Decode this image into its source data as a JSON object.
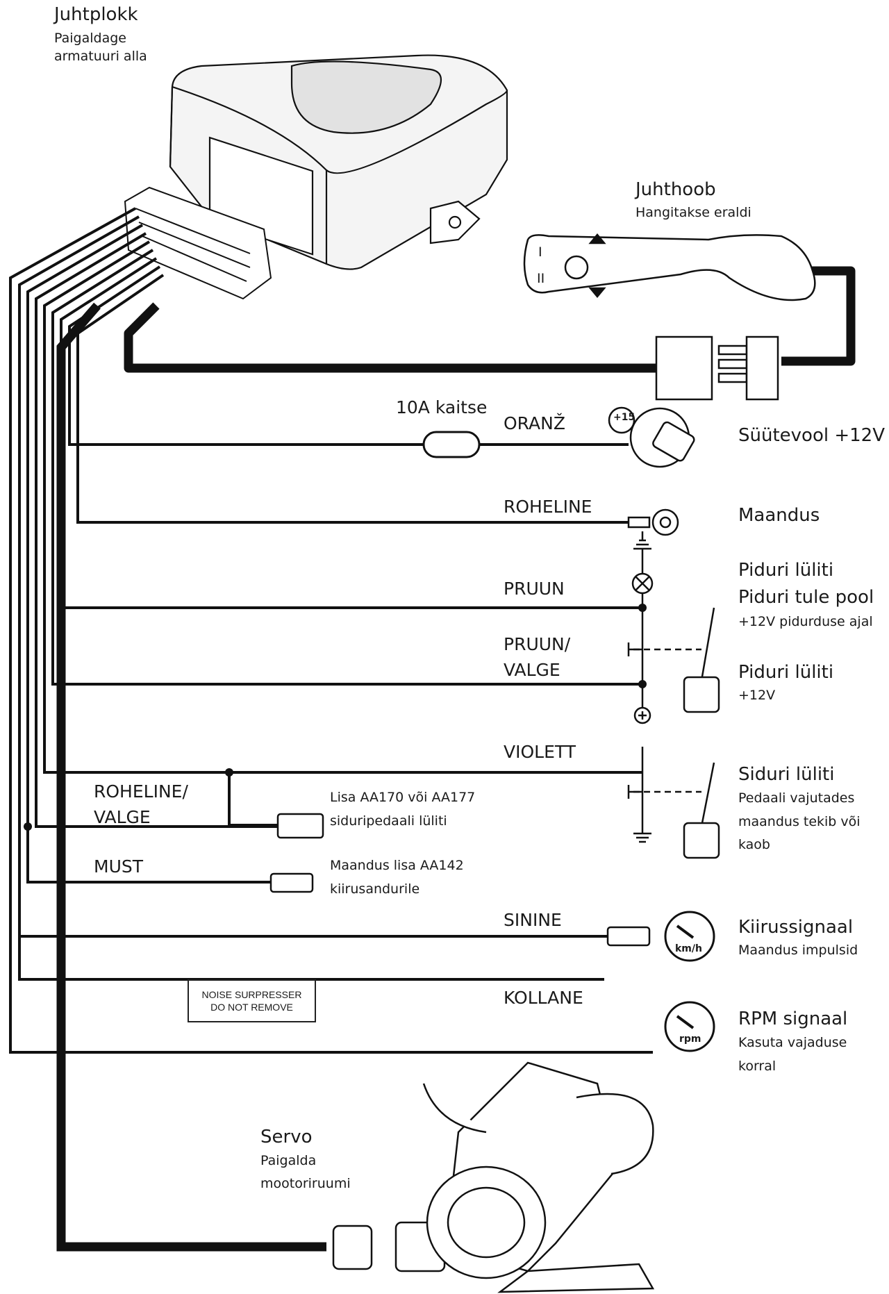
{
  "control_unit": {
    "title": "Juhtplokk",
    "note_1": "Paigaldage",
    "note_2": "armatuuri alla"
  },
  "lever": {
    "title": "Juhthoob",
    "note": "Hangitakse eraldi",
    "pos_1": "I",
    "pos_2": "II"
  },
  "fuse": {
    "label": "10A kaitse"
  },
  "wires": {
    "orange": "ORANŽ",
    "green": "ROHELINE",
    "brown": "PRUUN",
    "brown_white_1": "PRUUN/",
    "brown_white_2": "VALGE",
    "violet": "VIOLETT",
    "green_white_1": "ROHELINE/",
    "green_white_2": "VALGE",
    "black": "MUST",
    "blue": "SININE",
    "yellow": "KOLLANE"
  },
  "ignition": {
    "badge": "+15",
    "label": "Süütevool +12V"
  },
  "ground": {
    "label": "Maandus"
  },
  "brake_switch": {
    "title": "Piduri lüliti",
    "subtitle": "Piduri tule pool",
    "note": "+12V pidurduse ajal"
  },
  "brake_switch_2": {
    "title": "Piduri lüliti",
    "note": "+12V"
  },
  "clutch_switch": {
    "title": "Siduri lüliti",
    "note_1": "Pedaali vajutades",
    "note_2": "maandus tekib või",
    "note_3": "kaob"
  },
  "clutch_accessory": {
    "line_1": "Lisa AA170 või AA177",
    "line_2": "siduripedaali lüliti"
  },
  "ground_accessory": {
    "line_1": "Maandus lisa AA142",
    "line_2": "kiirusandurile"
  },
  "speed_signal": {
    "title": "Kiirussignaal",
    "note": "Maandus impulsid",
    "gauge": "km/h"
  },
  "rpm_signal": {
    "title": "RPM signaal",
    "note_1": "Kasuta vajaduse",
    "note_2": "korral",
    "gauge": "rpm"
  },
  "noise_box": {
    "line_1": "NOISE SURPRESSER",
    "line_2": "DO NOT REMOVE"
  },
  "servo": {
    "title": "Servo",
    "note_1": "Paigalda",
    "note_2": "mootoriruumi"
  }
}
